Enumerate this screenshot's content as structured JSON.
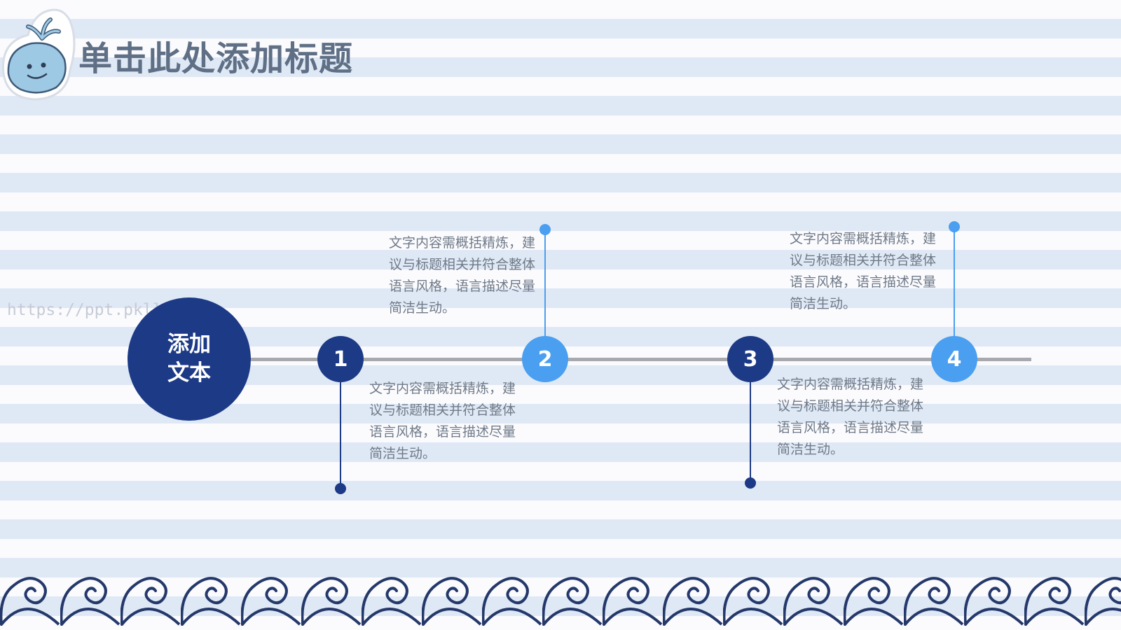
{
  "slide": {
    "title": "单击此处添加标题"
  },
  "watermark": "https://ppt.pkll.cc",
  "main_circle": {
    "line1": "添加",
    "line2": "文本"
  },
  "colors": {
    "dark_blue": "#1c3a85",
    "light_blue": "#4a9ff0",
    "line_gray": "#a7a9ae",
    "text_gray": "#6f7a88",
    "title_gray": "#5f6f86"
  },
  "icons": {
    "logo": "whale-icon",
    "decoration": "wave-icon"
  },
  "steps": [
    {
      "number": "1",
      "text": "文字内容需概括精炼，建议与标题相关并符合整体语言风格，语言描述尽量简洁生动。"
    },
    {
      "number": "2",
      "text": "文字内容需概括精炼，建议与标题相关并符合整体语言风格，语言描述尽量简洁生动。"
    },
    {
      "number": "3",
      "text": "文字内容需概括精炼，建议与标题相关并符合整体语言风格，语言描述尽量简洁生动。"
    },
    {
      "number": "4",
      "text": "文字内容需概括精炼，建议与标题相关并符合整体语言风格，语言描述尽量简洁生动。"
    }
  ]
}
